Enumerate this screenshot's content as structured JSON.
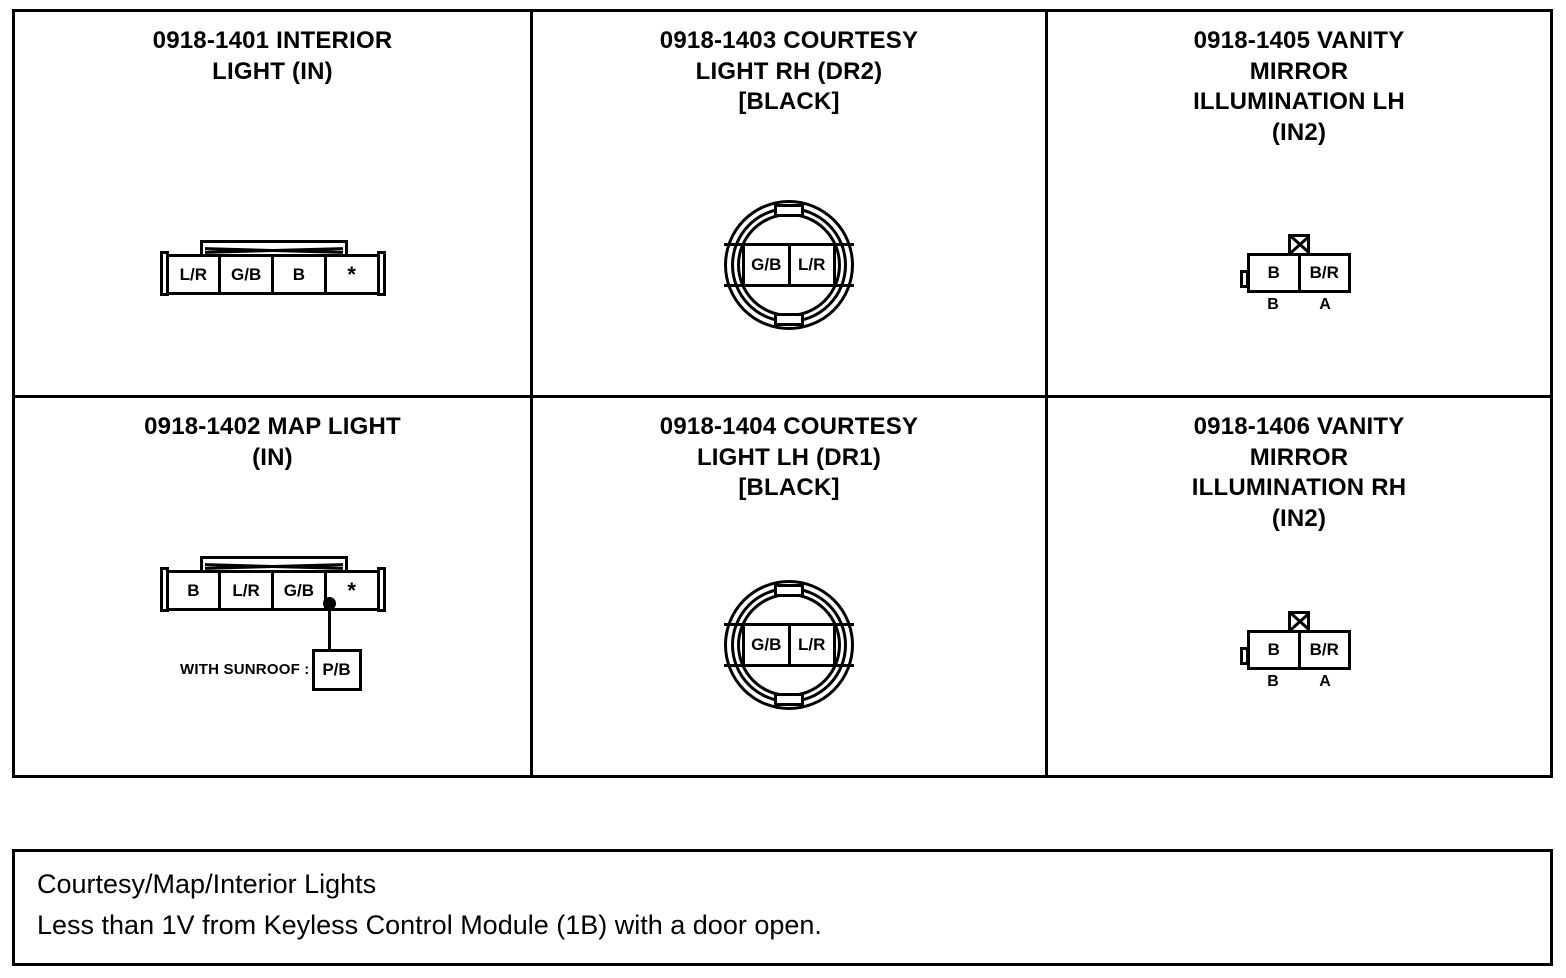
{
  "diagram": {
    "type": "automotive-connector-endview-chart",
    "cells": [
      {
        "id": "0918-1401",
        "title": "0918-1401 INTERIOR\nLIGHT (IN)",
        "connector_style": "rect-4pin",
        "pins": [
          "L/R",
          "G/B",
          "B",
          "*"
        ]
      },
      {
        "id": "0918-1403",
        "title": "0918-1403 COURTESY\nLIGHT RH (DR2)\n[BLACK]",
        "connector_style": "round-2pin",
        "pins": [
          "G/B",
          "L/R"
        ]
      },
      {
        "id": "0918-1405",
        "title": "0918-1405 VANITY\nMIRROR\nILLUMINATION LH\n(IN2)",
        "connector_style": "rect-2pin-keyed",
        "pins": [
          "B",
          "B/R"
        ],
        "pin_ids": [
          "B",
          "A"
        ]
      },
      {
        "id": "0918-1402",
        "title": "0918-1402 MAP LIGHT\n(IN)",
        "connector_style": "rect-4pin-sunroof",
        "pins": [
          "B",
          "L/R",
          "G/B",
          "*"
        ],
        "sunroof_label": "WITH SUNROOF :",
        "sunroof_wire": "P/B"
      },
      {
        "id": "0918-1404",
        "title": "0918-1404 COURTESY\nLIGHT LH (DR1)\n[BLACK]",
        "connector_style": "round-2pin",
        "pins": [
          "G/B",
          "L/R"
        ]
      },
      {
        "id": "0918-1406",
        "title": "0918-1406 VANITY\nMIRROR\nILLUMINATION RH\n(IN2)",
        "connector_style": "rect-2pin-keyed",
        "pins": [
          "B",
          "B/R"
        ],
        "pin_ids": [
          "B",
          "A"
        ]
      }
    ]
  },
  "note": {
    "line1": "Courtesy/Map/Interior Lights",
    "line2": "Less than 1V from Keyless Control Module (1B) with a door open."
  }
}
